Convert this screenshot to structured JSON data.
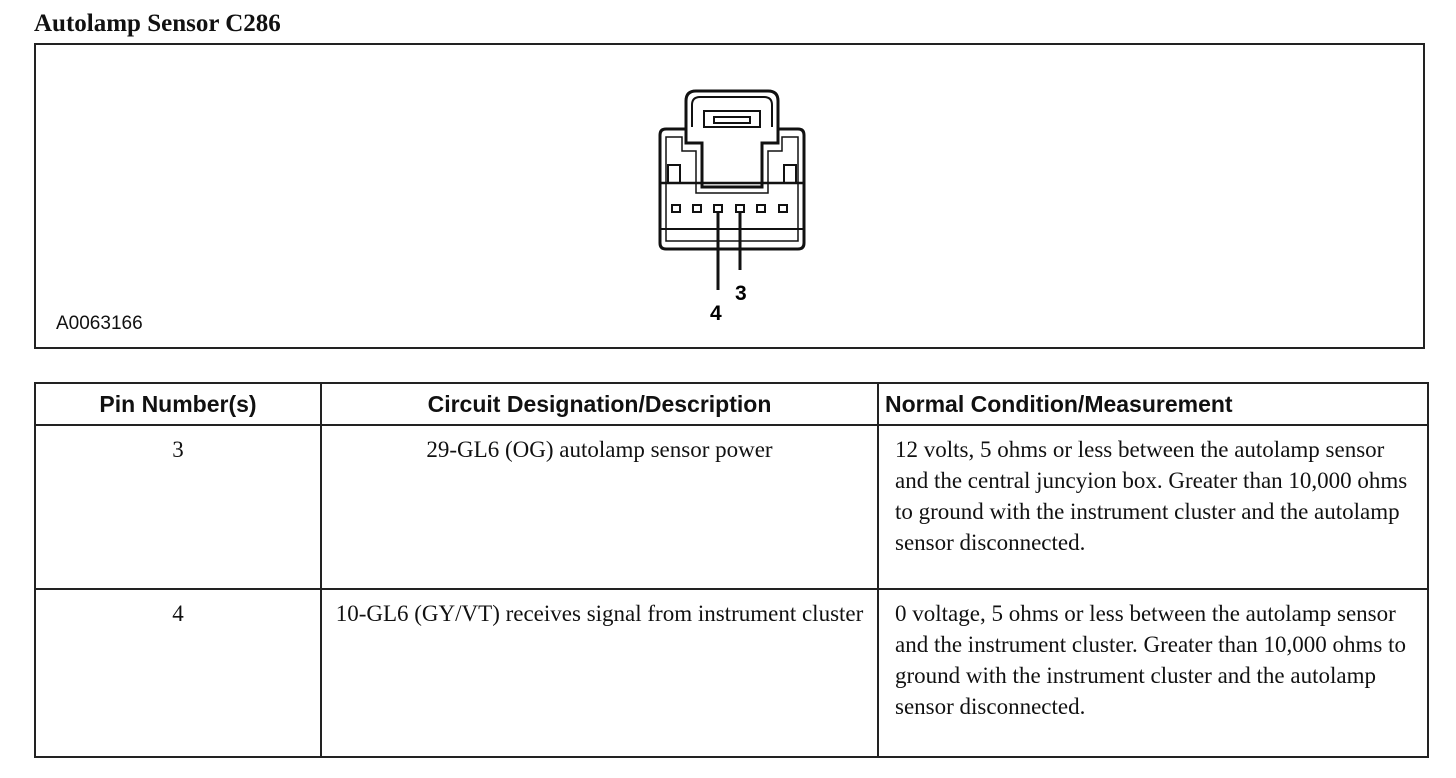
{
  "page": {
    "title": "Autolamp Sensor C286",
    "figure_id": "A0063166"
  },
  "connector": {
    "callouts": [
      "4",
      "3"
    ]
  },
  "table": {
    "headers": [
      "Pin Number(s)",
      "Circuit Designation/Description",
      "Normal Condition/Measurement"
    ],
    "rows": [
      {
        "pin": "3",
        "circuit": "29-GL6 (OG) autolamp sensor power",
        "measurement": "12 volts, 5 ohms or less between the autolamp sensor and the central juncyion box. Greater than 10,000 ohms to ground with the instrument cluster and the autolamp sensor disconnected."
      },
      {
        "pin": "4",
        "circuit": "10-GL6 (GY/VT) receives signal from instrument cluster",
        "measurement": "0 voltage, 5 ohms or less between the autolamp sensor and the instrument cluster. Greater than 10,000 ohms to ground with the instrument cluster and the autolamp sensor disconnected."
      }
    ]
  }
}
